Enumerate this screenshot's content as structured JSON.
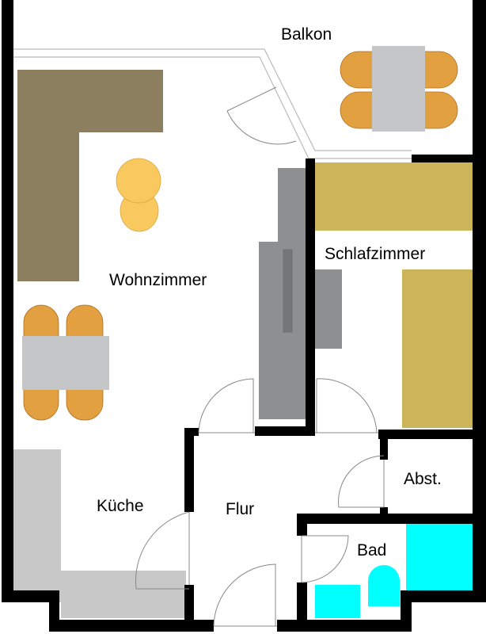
{
  "rooms": {
    "balcony": "Balkon",
    "living": "Wohnzimmer",
    "bedroom": "Schlafzimmer",
    "storage": "Abst.",
    "kitchen": "Küche",
    "hallway": "Flur",
    "bath": "Bad"
  },
  "colors": {
    "wall": "#000000",
    "sofa": "#8b7f60",
    "armchair": "#f9c85f",
    "table": "#c5c6c8",
    "chair": "#e2a040",
    "cabinet": "#8e8f91",
    "bed": "#ccb45a",
    "sanitary": "#00ffff",
    "counter": "#c8c8c8"
  }
}
